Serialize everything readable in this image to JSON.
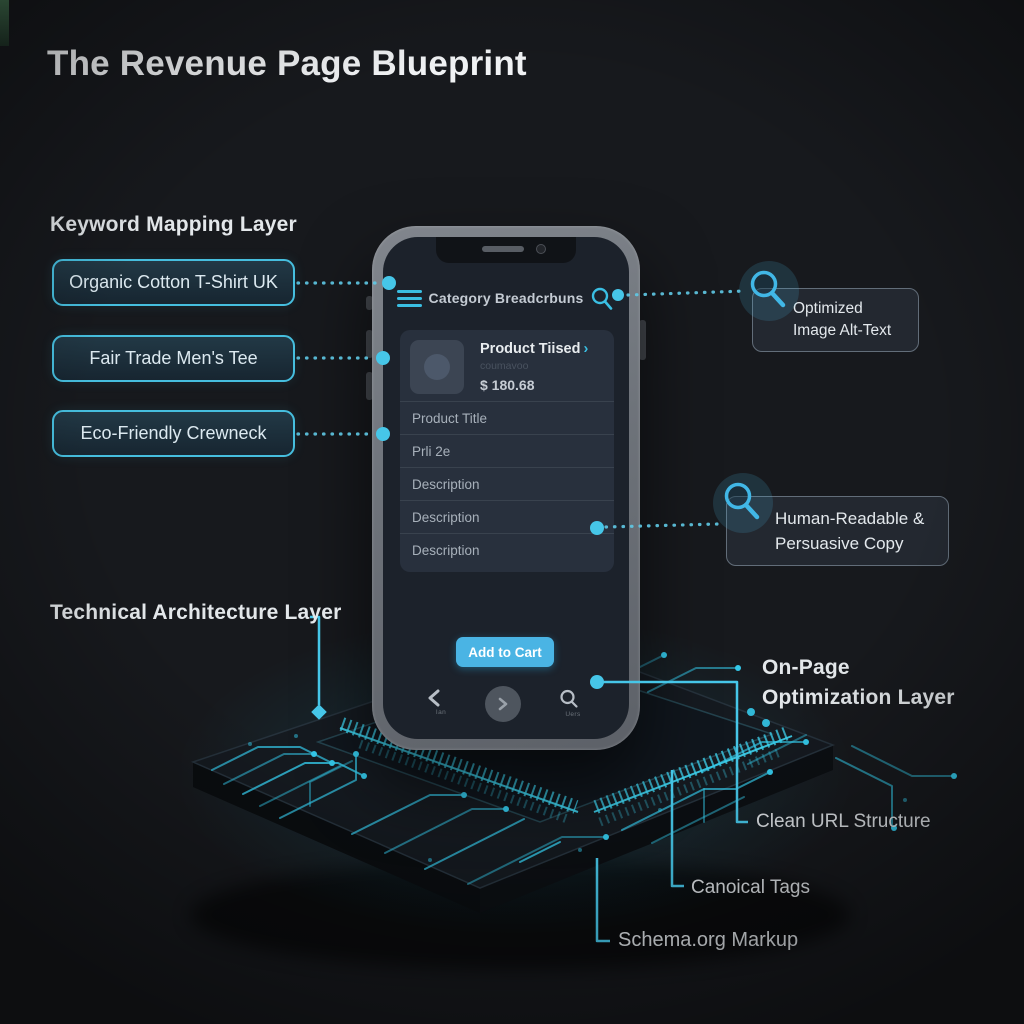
{
  "title": "The Revenue Page Blueprint",
  "colors": {
    "accent": "#46c6e8",
    "cta_button": "#4ab4e4",
    "background": "#17191d"
  },
  "icons": {
    "chevron_right": "›"
  },
  "keyword_layer": {
    "heading": "Keyword Mapping Layer",
    "keywords": [
      "Organic Cotton T-Shirt UK",
      "Fair Trade Men's Tee",
      "Eco-Friendly Crewneck"
    ]
  },
  "phone": {
    "breadcrumb": "Category Breadcrbuns",
    "product_card": {
      "title": "Product Tiised",
      "subtitle": "coumavoo",
      "price": "$ 180.68"
    },
    "rows": [
      "Product Title",
      "Prli 2e",
      "Description",
      "Description",
      "Description"
    ],
    "cta_label": "Add to Cart",
    "nav": {
      "back_label": "Ian",
      "search_label": "Uers"
    }
  },
  "annotations": {
    "optimized_alt_text": {
      "line1": "Optimized",
      "line2": "Image Alt-Text"
    },
    "human_copy": {
      "line1": "Human-Readable &",
      "line2": "Persuasive Copy"
    },
    "technical_layer": "Technical Architecture Layer",
    "onpage_layer": {
      "line1": "On-Page",
      "line2": "Optimization Layer"
    },
    "clean_url": "Clean URL Structure",
    "canonical": "Canoical Tags",
    "schema": "Schema.org Markup"
  }
}
